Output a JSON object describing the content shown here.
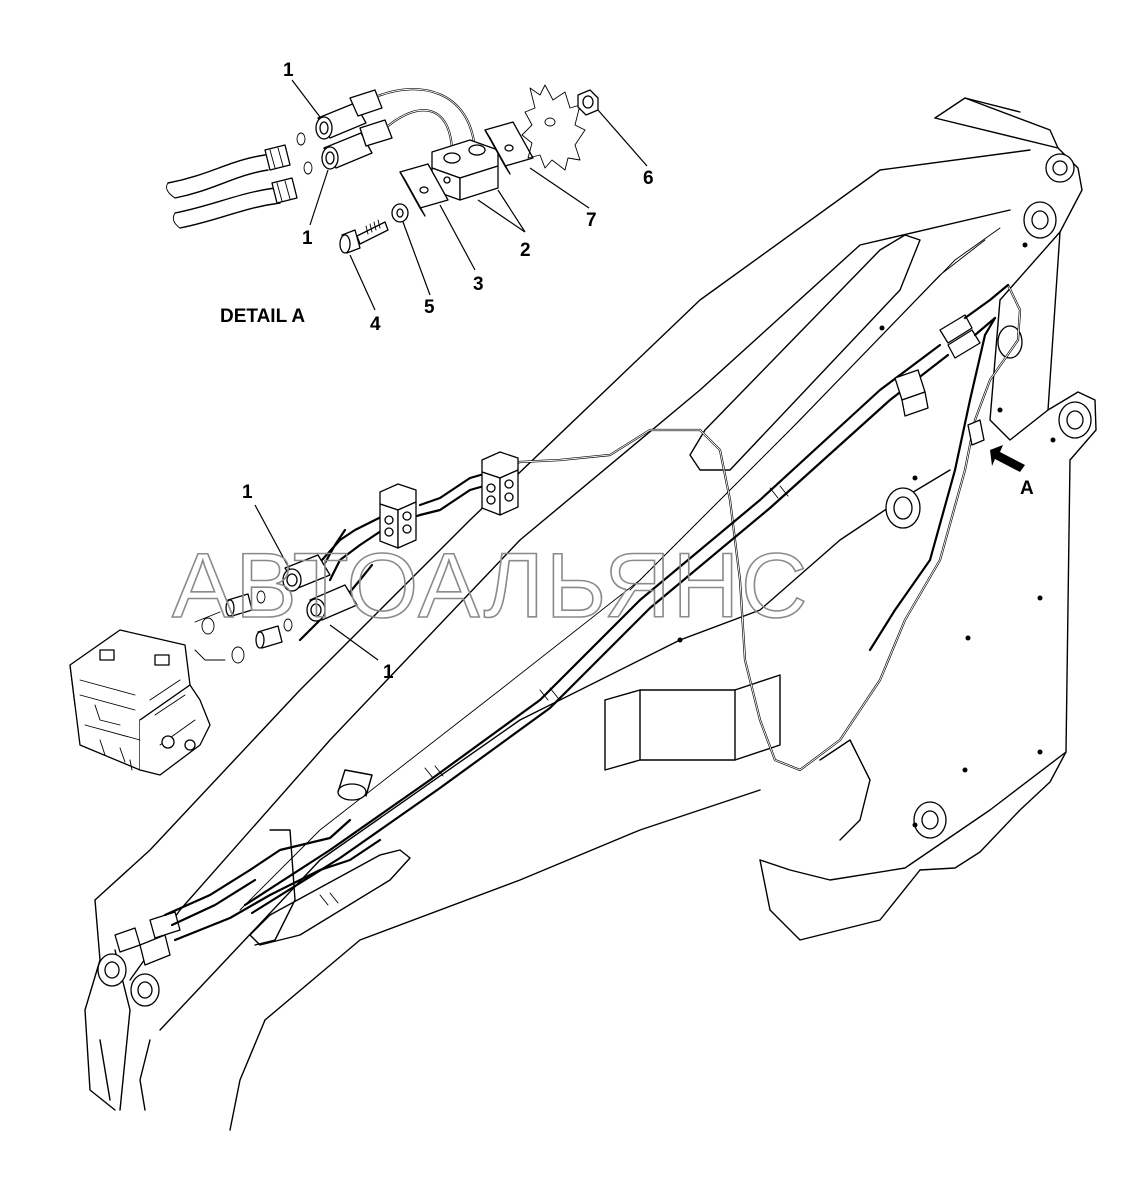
{
  "detail": {
    "title": "DETAIL A"
  },
  "view_marker": {
    "label": "A"
  },
  "watermark": {
    "text": "АВТОАЛЬЯНС"
  },
  "callouts": {
    "detail_fitting_top": "1",
    "detail_fitting_bottom": "1",
    "detail_clamp": "2",
    "detail_plate": "3",
    "detail_bolt": "4",
    "detail_washer": "5",
    "detail_nut": "6",
    "detail_backing_plate": "7",
    "main_fitting_upper": "1",
    "main_fitting_lower": "1"
  }
}
